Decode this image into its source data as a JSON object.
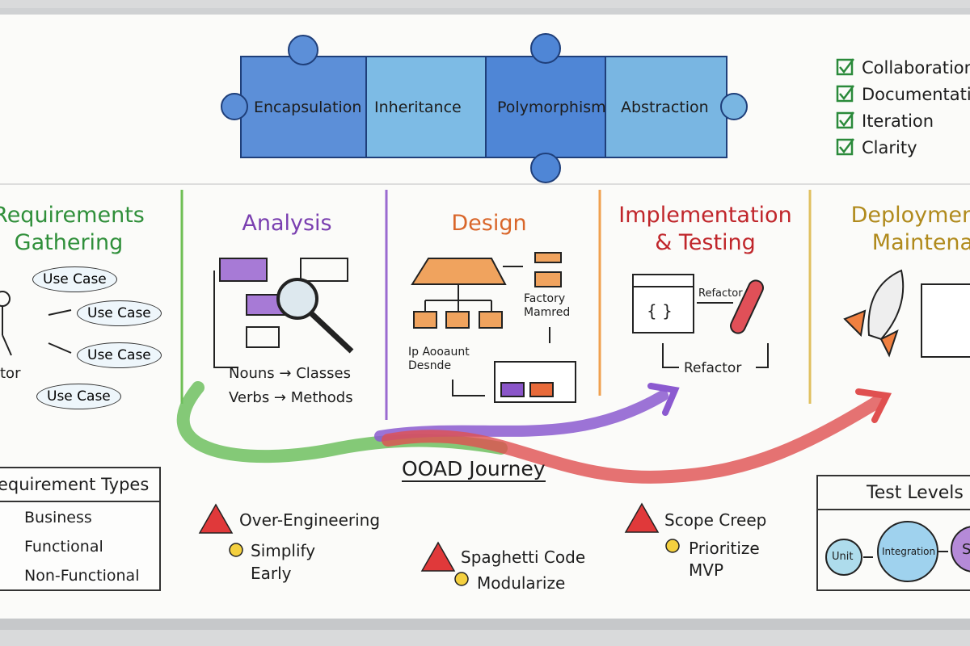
{
  "puzzle": [
    "Encapsulation",
    "Inheritance",
    "Polymorphism",
    "Abstraction"
  ],
  "checklist": [
    "Collaboration",
    "Documentation",
    "Iteration",
    "Clarity"
  ],
  "phases": [
    {
      "title": "Requirements Gathering",
      "color": "#2f8f3a"
    },
    {
      "title": "Analysis",
      "color": "#7a3fb0"
    },
    {
      "title": "Design",
      "color": "#d9662a"
    },
    {
      "title": "Implementation & Testing",
      "color": "#c0262b"
    },
    {
      "title": "Deployment & Maintenan",
      "color": "#b08a1c"
    }
  ],
  "requirements": {
    "use_cases": [
      "Use Case",
      "Use Case",
      "Use Case",
      "Use Case"
    ],
    "actor": "tor"
  },
  "analysis": {
    "rules": [
      "Nouns → Classes",
      "Verbs → Methods"
    ]
  },
  "design": {
    "labels": [
      "Factory Mamred",
      "Ip Aooaunt Desnde"
    ]
  },
  "implementation": {
    "labels": [
      "Refactor",
      "Refactor"
    ]
  },
  "journey": "OOAD Journey",
  "requirement_types": {
    "title": "equirement Types",
    "items": [
      "Business",
      "Functional",
      "Non-Functional"
    ]
  },
  "pitfalls": [
    {
      "warning": "Over-Engineering",
      "tip": "Simplify Early"
    },
    {
      "warning": "Spaghetti Code",
      "tip": "Modularize"
    },
    {
      "warning": "Scope Creep",
      "tip": "Prioritize MVP"
    }
  ],
  "test_levels": {
    "title": "Test Levels",
    "items": [
      "Unit",
      "Integration",
      "S"
    ]
  }
}
